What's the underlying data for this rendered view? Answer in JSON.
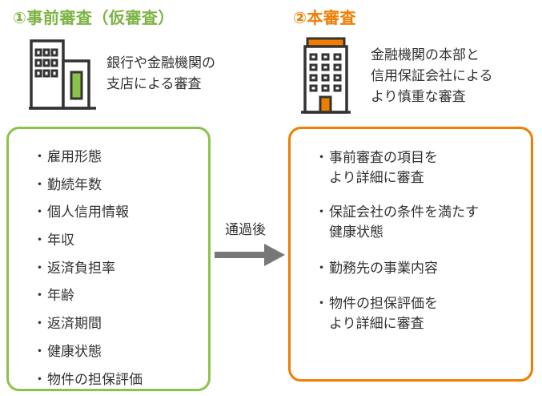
{
  "left": {
    "title": "①事前審査（仮審査）",
    "desc_line1": "銀行や金融機関の",
    "desc_line2": "支店による審査",
    "items": [
      "雇用形態",
      "勤続年数",
      "個人信用情報",
      "年収",
      "返済負担率",
      "年齢",
      "返済期間",
      "健康状態",
      "物件の担保評価"
    ]
  },
  "arrow": {
    "label": "通過後"
  },
  "right": {
    "title": "②本審査",
    "desc_line1": "金融機関の本部と",
    "desc_line2": "信用保証会社による",
    "desc_line3": "より慎重な審査",
    "items": [
      {
        "line1": "事前審査の項目を",
        "line2": "より詳細に審査"
      },
      {
        "line1": "保証会社の条件を満たす",
        "line2": "健康状態"
      },
      {
        "line1": "勤務先の事業内容",
        "line2": ""
      },
      {
        "line1": "物件の担保評価を",
        "line2": "より詳細に審査"
      }
    ]
  },
  "colors": {
    "green": "#8bc34a",
    "orange": "#ef7d00",
    "dark": "#333333"
  },
  "icons": {
    "left_building": "office-building-icon",
    "right_building": "tall-building-icon"
  }
}
